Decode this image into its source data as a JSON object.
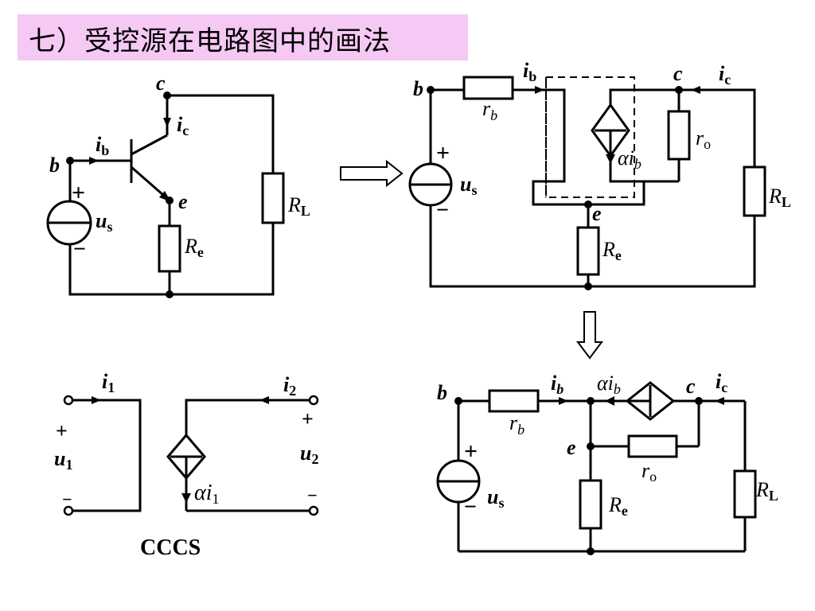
{
  "title": "七）受控源在电路图中的画法",
  "fig_bjt": {
    "node_c": "c",
    "node_b": "b",
    "node_e": "e",
    "cur_b": "i",
    "cur_b_sub": "b",
    "cur_c": "i",
    "cur_c_sub": "c",
    "src": "u",
    "src_sub": "s",
    "plus": "+",
    "minus": "−",
    "re": "R",
    "re_sub": "e",
    "rl": "R",
    "rl_sub": "L"
  },
  "fig_model": {
    "node_b": "b",
    "node_c": "c",
    "node_e": "e",
    "cur_b": "i",
    "cur_b_sub": "b",
    "cur_c": "i",
    "cur_c_sub": "c",
    "rb": "r",
    "rb_sub": "b",
    "ro": "r",
    "ro_sub": "o",
    "ctrl": "α",
    "ctrl_i": "i",
    "ctrl_sub": "b",
    "src": "u",
    "src_sub": "s",
    "plus": "+",
    "minus": "−",
    "re": "R",
    "re_sub": "e",
    "rl": "R",
    "rl_sub": "L"
  },
  "fig_cccs": {
    "i1": "i",
    "i1_sub": "1",
    "i2": "i",
    "i2_sub": "2",
    "u1": "u",
    "u1_sub": "1",
    "u2": "u",
    "u2_sub": "2",
    "plus": "+",
    "minus": "−",
    "ctrl": "α",
    "ctrl_i": "i",
    "ctrl_sub": "1",
    "caption": "CCCS"
  },
  "fig_final": {
    "node_b": "b",
    "node_c": "c",
    "node_e": "e",
    "cur_b": "i",
    "cur_b_sub": "b",
    "cur_c": "i",
    "cur_c_sub": "c",
    "rb": "r",
    "rb_sub": "b",
    "ro": "r",
    "ro_sub": "o",
    "ctrl": "α",
    "ctrl_i": "i",
    "ctrl_sub": "b",
    "src": "u",
    "src_sub": "s",
    "plus": "+",
    "minus": "−",
    "re": "R",
    "re_sub": "e",
    "rl": "R",
    "rl_sub": "L"
  }
}
